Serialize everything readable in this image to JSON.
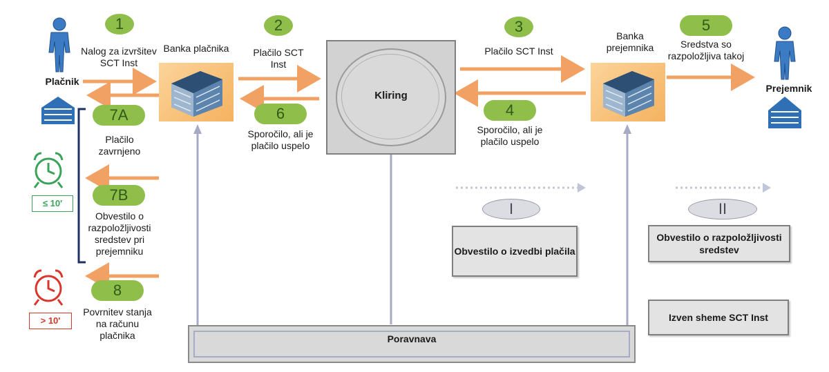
{
  "nodes": {
    "payer": "Plačnik",
    "payer_bank": "Banka plačnika",
    "clearing": "Kliring",
    "payee_bank": "Banka prejemnika",
    "payee": "Prejemnik",
    "settlement": "Poravnava"
  },
  "steps": [
    {
      "badge": "1",
      "text": "Nalog za izvršitev SCT Inst"
    },
    {
      "badge": "2",
      "text": "Plačilo SCT Inst"
    },
    {
      "badge": "3",
      "text": "Plačilo SCT Inst"
    },
    {
      "badge": "4",
      "text": "Sporočilo, ali je plačilo uspelo"
    },
    {
      "badge": "5",
      "text": "Sredstva so razpoložljiva takoj"
    },
    {
      "badge": "6",
      "text": "Sporočilo, ali je plačilo uspelo"
    },
    {
      "badge": "7A",
      "text": "Plačilo zavrnjeno"
    },
    {
      "badge": "7B",
      "text": "Obvestilo o razpoložljivosti sredstev pri prejemniku"
    },
    {
      "badge": "8",
      "text": "Povrnitev stanja na računu plačnika"
    }
  ],
  "timers": [
    {
      "label": "≤ 10'",
      "color": "#3aa35a"
    },
    {
      "label": "> 10'",
      "color": "#d9362b"
    }
  ],
  "legend": [
    {
      "badge": "I",
      "text": "Obvestilo o izvedbi plačila"
    },
    {
      "badge": "II",
      "text": "Obvestilo o razpoložljivosti sredstev"
    },
    {
      "text": "Izven sheme SCT Inst"
    }
  ],
  "colors": {
    "arrow": "#f2a165",
    "badge": "#8fbe4a",
    "settlement_line": "#a7aac4",
    "person": "#3b7bc4",
    "bracket": "#1f2f63"
  },
  "icons": [
    "person-icon",
    "building-icon",
    "bank-building-icon",
    "alarm-clock-icon"
  ]
}
